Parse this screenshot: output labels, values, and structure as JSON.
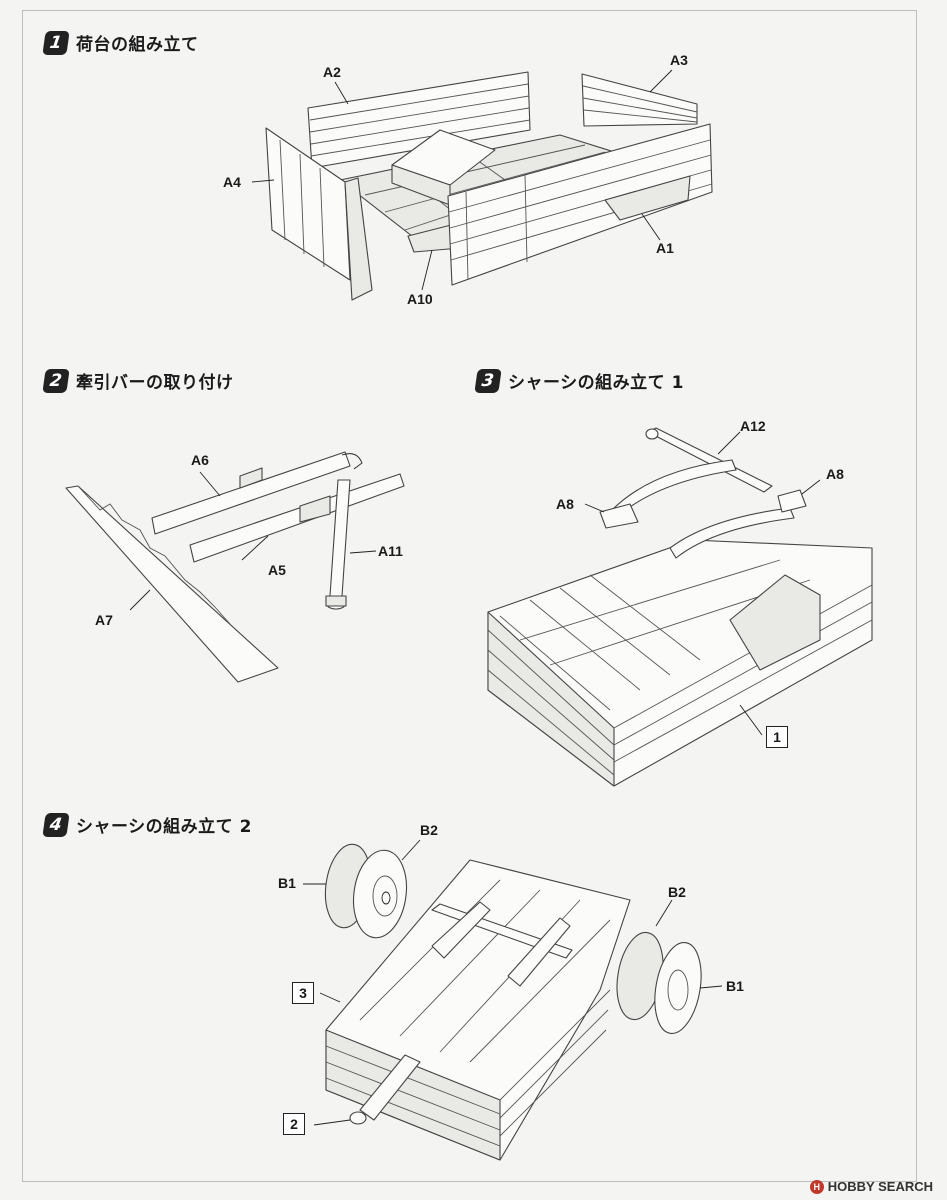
{
  "steps": [
    {
      "number": "1",
      "title": "荷台の組み立て"
    },
    {
      "number": "2",
      "title": "牽引バーの取り付け"
    },
    {
      "number": "3",
      "title": "シャーシの組み立て 1"
    },
    {
      "number": "4",
      "title": "シャーシの組み立て 2"
    }
  ],
  "step1_parts": {
    "a1": "A1",
    "a2": "A2",
    "a3": "A3",
    "a4": "A4",
    "a10": "A10"
  },
  "step2_parts": {
    "a5": "A5",
    "a6": "A6",
    "a7": "A7",
    "a11": "A11"
  },
  "step3_parts": {
    "a8_left": "A8",
    "a8_right": "A8",
    "a12": "A12",
    "ref": "1"
  },
  "step4_parts": {
    "b1_left": "B1",
    "b2_left": "B2",
    "b2_right": "B2",
    "b1_right": "B1",
    "ref3": "3",
    "ref2": "2"
  },
  "watermark": {
    "text": "HOBBY SEARCH",
    "logo": "H"
  }
}
